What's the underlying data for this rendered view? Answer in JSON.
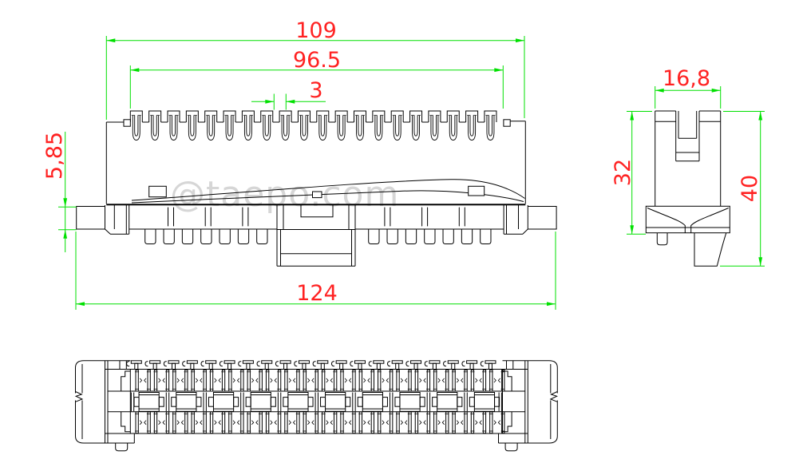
{
  "watermark": {
    "text": "@taepo.com"
  },
  "dims": {
    "d109": "109",
    "d96_5": "96.5",
    "d3": "3",
    "d5_85": "5,85",
    "d124": "124",
    "d16_8": "16,8",
    "d32": "32",
    "d40": "40"
  },
  "colors": {
    "outline": "#000000",
    "dimension_line": "#00e000",
    "dimension_text": "#ff2222",
    "watermark": "#d2d2d2",
    "background": "#ffffff"
  },
  "views": {
    "front_view": {
      "teeth_count": 20,
      "pins_per_side": 7
    },
    "side_view": {
      "prongs": 2
    },
    "top_view": {
      "slot_columns": 20,
      "contact_squares": 10,
      "separator_pairs": 9
    }
  }
}
